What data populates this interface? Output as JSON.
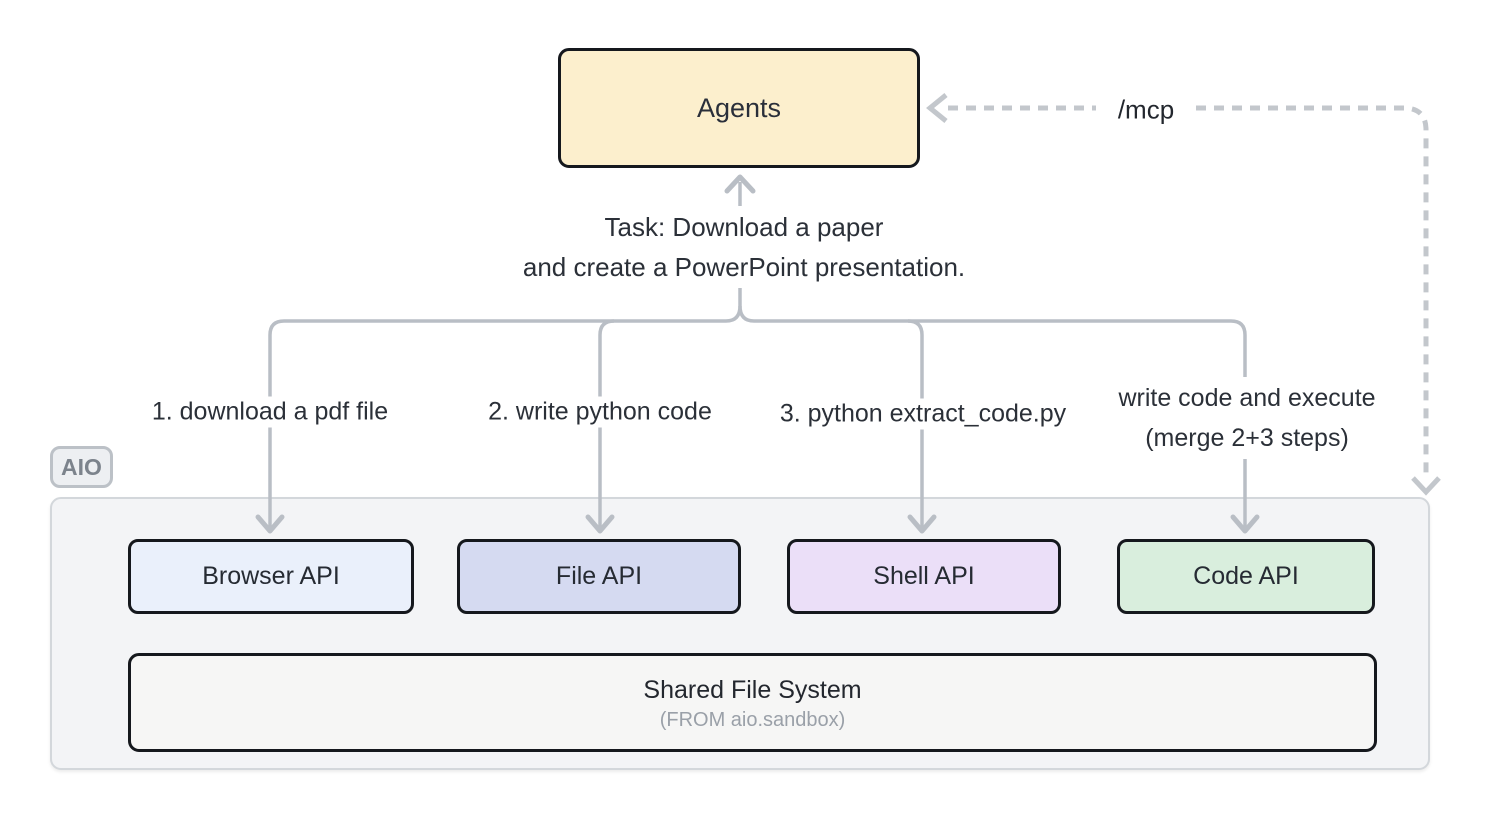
{
  "diagram": {
    "agents_box": {
      "label": "Agents"
    },
    "mcp_label": "/mcp",
    "task_text": {
      "line1": "Task: Download a paper",
      "line2": "and create a PowerPoint presentation."
    },
    "branch_labels": [
      {
        "text": "1. download a pdf file"
      },
      {
        "text": "2. write python code"
      },
      {
        "text": "3. python extract_code.py"
      },
      {
        "line1": "write code and execute",
        "line2": "(merge 2+3 steps)"
      }
    ],
    "aio_badge": "AIO",
    "api_boxes": [
      {
        "label": "Browser API",
        "fill": "#eaf0fb"
      },
      {
        "label": "File API",
        "fill": "#d5daf1"
      },
      {
        "label": "Shell API",
        "fill": "#ebdff8"
      },
      {
        "label": "Code API",
        "fill": "#d9eedd"
      }
    ],
    "shared_box": {
      "title": "Shared File System",
      "subtitle": "(FROM aio.sandbox)"
    },
    "colors": {
      "agents_fill": "#fcefcd",
      "container_fill": "#f3f4f6",
      "line_gray": "#b9bec5",
      "dash_gray": "#c3c7cc",
      "box_border": "#15181d",
      "text_dark": "#2b3038",
      "text_muted": "#9aa0a8"
    }
  }
}
